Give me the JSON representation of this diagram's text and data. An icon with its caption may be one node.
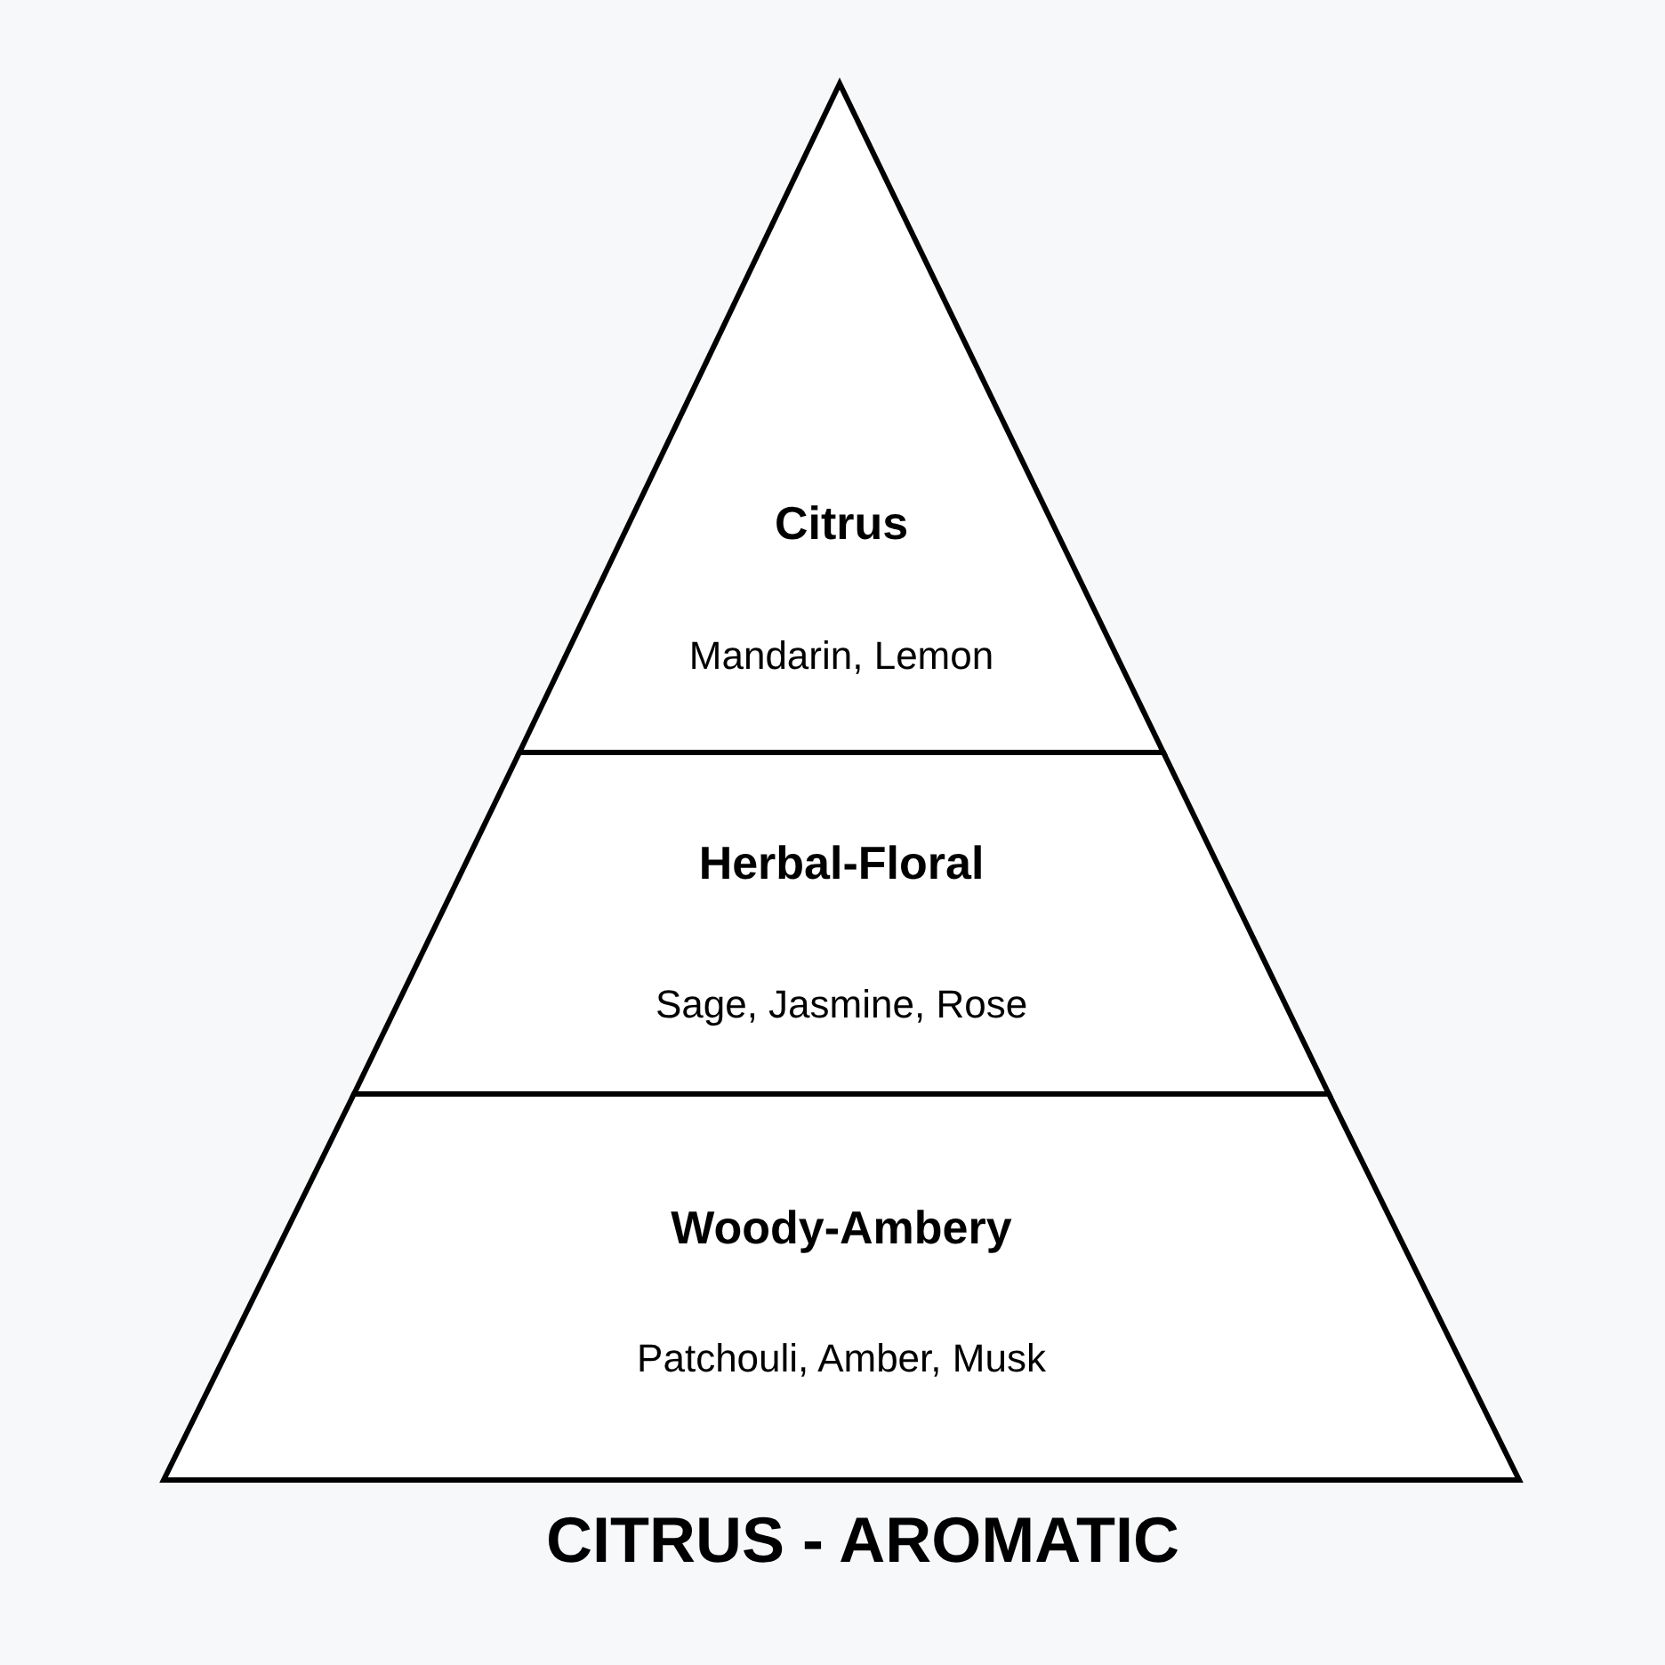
{
  "diagram": {
    "caption": "CITRUS - AROMATIC",
    "nodes": [
      {
        "text": [
          "Citrus",
          "Mandarin, Lemon"
        ]
      },
      {
        "text": [
          "Herbal-Floral",
          "Sage, Jasmine, Rose"
        ]
      },
      {
        "text": [
          "Woody-Ambery",
          "Patchouli, Amber, Musk"
        ]
      }
    ]
  }
}
